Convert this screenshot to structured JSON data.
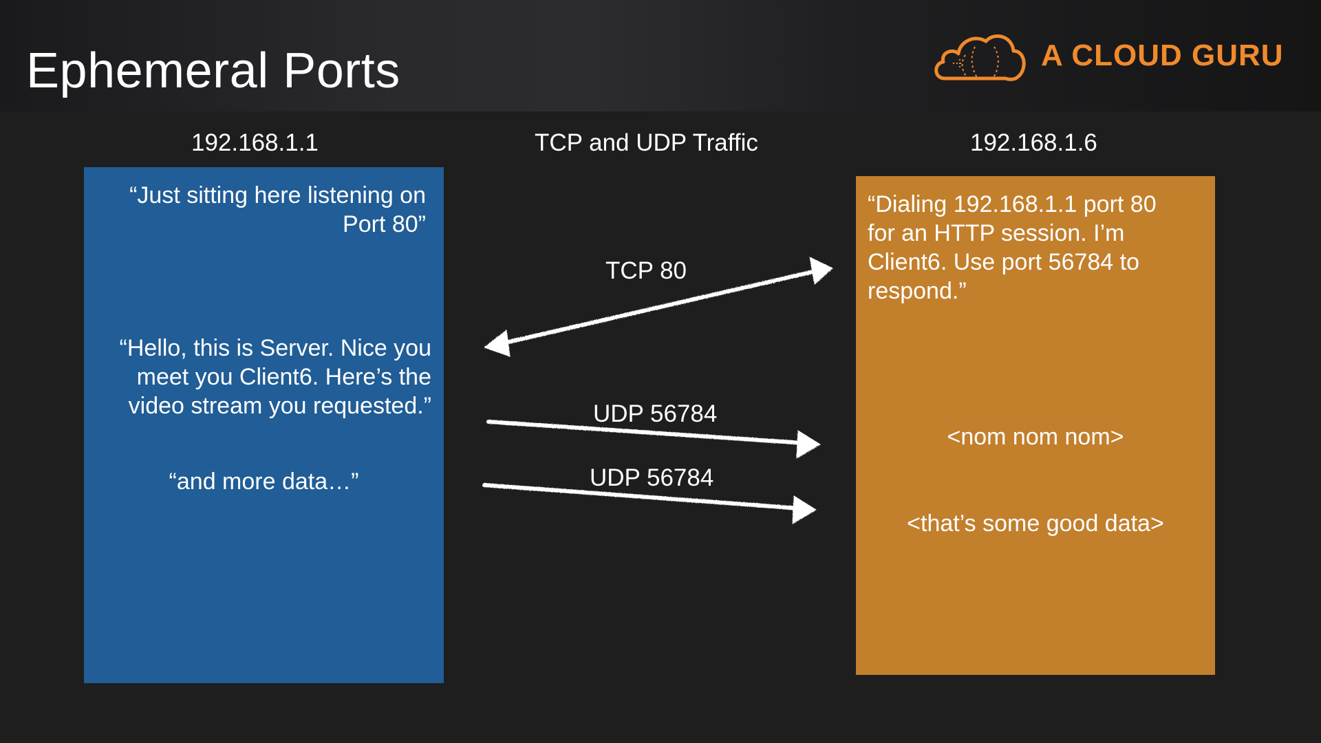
{
  "slide": {
    "title": "Ephemeral Ports",
    "brand": "A CLOUD GURU",
    "brand_color": "#f08a2c",
    "logo_icon": "cloud-icon"
  },
  "columns": {
    "left_label": "192.168.1.1",
    "middle_label": "TCP and UDP Traffic",
    "right_label": "192.168.1.6"
  },
  "server_box": {
    "color": "#215d96",
    "text_listening_line1": "“Just sitting here listening on",
    "text_listening_line2": "Port 80”",
    "text_hello_line1": "“Hello, this is Server.  Nice you",
    "text_hello_line2": "meet you Client6.  Here’s the",
    "text_hello_line3": "video stream you requested.”",
    "text_more": "“and more data…”"
  },
  "client_box": {
    "color": "#c27f2c",
    "text_dialing_line1": "“Dialing 192.168.1.1 port 80",
    "text_dialing_line2": "for an HTTP session.  I’m",
    "text_dialing_line3": "Client6.  Use port 56784 to",
    "text_dialing_line4": "respond.”",
    "text_nom": "<nom nom nom>",
    "text_good": "<that’s some good data>"
  },
  "traffic": {
    "tcp_label": "TCP 80",
    "udp_label_1": "UDP 56784",
    "udp_label_2": "UDP 56784"
  }
}
